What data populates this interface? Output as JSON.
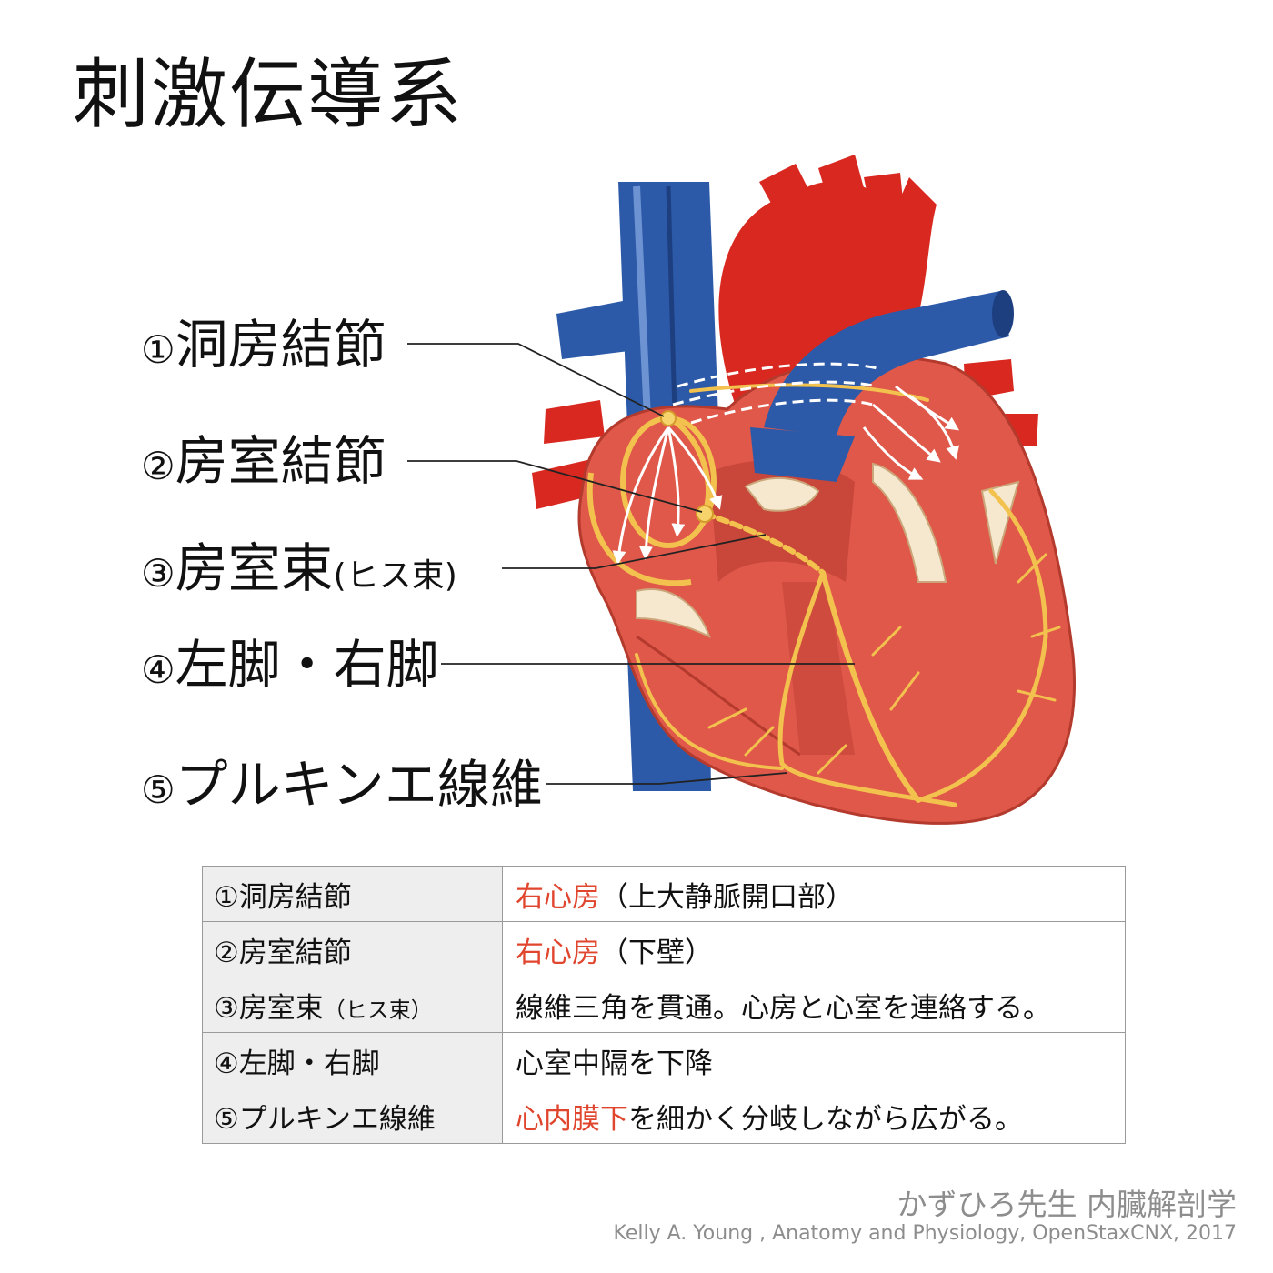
{
  "title": "刺激伝導系",
  "labels": [
    {
      "num": "①",
      "text": "洞房結節",
      "sub": ""
    },
    {
      "num": "②",
      "text": "房室結節",
      "sub": ""
    },
    {
      "num": "③",
      "text": "房室束",
      "sub": "(ヒス束)"
    },
    {
      "num": "④",
      "text": "左脚・右脚",
      "sub": ""
    },
    {
      "num": "⑤",
      "text": "プルキンエ線維",
      "sub": ""
    }
  ],
  "table": {
    "rows": [
      {
        "name": "①洞房結節",
        "name_sub": "",
        "desc_highlight": "右心房",
        "desc": "（上大静脈開口部）"
      },
      {
        "name": "②房室結節",
        "name_sub": "",
        "desc_highlight": "右心房",
        "desc": "（下壁）"
      },
      {
        "name": "③房室束",
        "name_sub": "（ヒス束）",
        "desc_highlight": "",
        "desc": "線維三角を貫通。心房と心室を連絡する。"
      },
      {
        "name": "④左脚・右脚",
        "name_sub": "",
        "desc_highlight": "",
        "desc": "心室中隔を下降"
      },
      {
        "name": "⑤プルキンエ線維",
        "name_sub": "",
        "desc_highlight": "心内膜下",
        "desc": "を細かく分岐しながら広がる。"
      }
    ]
  },
  "credit": {
    "main": "かずひろ先生 内臓解剖学",
    "source": "Kelly A. Young , Anatomy and Physiology, OpenStaxCNX, 2017"
  },
  "colors": {
    "artery": "#d8281f",
    "vein": "#2c5aa8",
    "myocardium": "#e0584a",
    "conduction": "#f2c14e",
    "highlight": "#e0452d"
  }
}
